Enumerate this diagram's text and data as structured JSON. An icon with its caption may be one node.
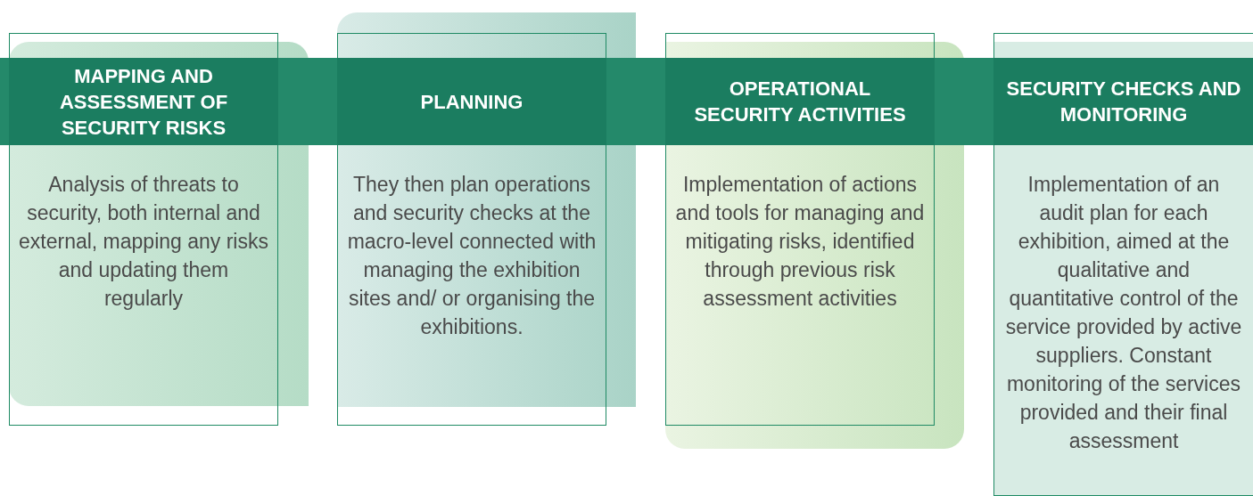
{
  "diagram": {
    "nodes": [
      {
        "text": [
          "MAPPING AND ASSESSMENT OF SECURITY RISKS",
          "Analysis of threats to security, both internal and external, mapping any risks and updating them regularly"
        ]
      },
      {
        "text": [
          "PLANNING",
          "They then plan operations and security checks at the macro-level connected with managing the exhibition sites and/ or organising the exhibitions."
        ]
      },
      {
        "text": [
          "OPERATIONAL SECURITY ACTIVITIES",
          "Implementation of actions and tools for managing and mitigating risks, identified through previous risk assessment activities"
        ]
      },
      {
        "text": [
          "SECURITY CHECKS AND MONITORING",
          "Implementation of an audit plan for each exhibition, aimed at the qualitative and quantitative control of the service provided by active suppliers. Constant monitoring of the services provided and their final assessment"
        ]
      }
    ]
  }
}
